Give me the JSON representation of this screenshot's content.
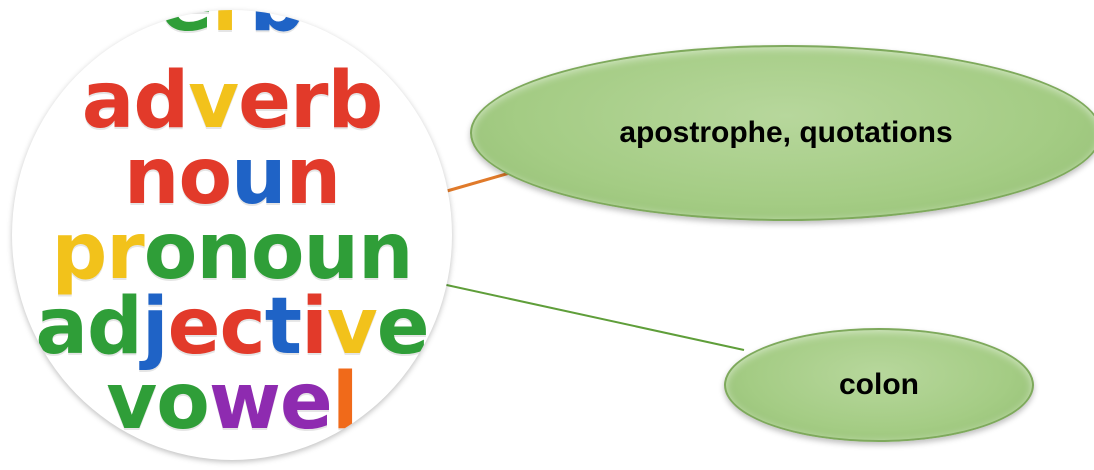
{
  "circle": {
    "words": [
      {
        "id": "top-cut",
        "letters": [
          {
            "ch": "e",
            "color": "#2f9e38"
          },
          {
            "ch": "r",
            "color": "#f2c21b"
          },
          {
            "ch": "b",
            "color": "#1f63c6"
          }
        ]
      },
      {
        "id": "adverb",
        "letters": [
          {
            "ch": "a",
            "color": "#e23a2a"
          },
          {
            "ch": "d",
            "color": "#e23a2a"
          },
          {
            "ch": "v",
            "color": "#f2c21b"
          },
          {
            "ch": "e",
            "color": "#e23a2a"
          },
          {
            "ch": "r",
            "color": "#e23a2a"
          },
          {
            "ch": "b",
            "color": "#e23a2a"
          }
        ]
      },
      {
        "id": "noun",
        "letters": [
          {
            "ch": "n",
            "color": "#e23a2a"
          },
          {
            "ch": "o",
            "color": "#e23a2a"
          },
          {
            "ch": "u",
            "color": "#1f63c6"
          },
          {
            "ch": "n",
            "color": "#e23a2a"
          }
        ]
      },
      {
        "id": "pronoun",
        "letters": [
          {
            "ch": "p",
            "color": "#f2c21b"
          },
          {
            "ch": "r",
            "color": "#f2c21b"
          },
          {
            "ch": "o",
            "color": "#2f9e38"
          },
          {
            "ch": "n",
            "color": "#2f9e38"
          },
          {
            "ch": "o",
            "color": "#2f9e38"
          },
          {
            "ch": "u",
            "color": "#2f9e38"
          },
          {
            "ch": "n",
            "color": "#2f9e38"
          }
        ]
      },
      {
        "id": "adjective",
        "letters": [
          {
            "ch": "a",
            "color": "#2f9e38"
          },
          {
            "ch": "d",
            "color": "#2f9e38"
          },
          {
            "ch": "j",
            "color": "#1f63c6"
          },
          {
            "ch": "e",
            "color": "#e23a2a"
          },
          {
            "ch": "c",
            "color": "#e23a2a"
          },
          {
            "ch": "t",
            "color": "#1f63c6"
          },
          {
            "ch": "i",
            "color": "#e23a2a"
          },
          {
            "ch": "v",
            "color": "#f2c21b"
          },
          {
            "ch": "e",
            "color": "#2f9e38"
          }
        ]
      },
      {
        "id": "vowel",
        "letters": [
          {
            "ch": "v",
            "color": "#2f9e38"
          },
          {
            "ch": "o",
            "color": "#2f9e38"
          },
          {
            "ch": "w",
            "color": "#8e2bb0"
          },
          {
            "ch": "e",
            "color": "#8e2bb0"
          },
          {
            "ch": "l",
            "color": "#f06a1a"
          }
        ]
      }
    ]
  },
  "bubbles": {
    "top": {
      "label": "apostrophe, quotations"
    },
    "bottom": {
      "label": "colon"
    }
  },
  "connectors": {
    "top_color": "#e07a2a",
    "bottom_color": "#5f9e3a"
  }
}
